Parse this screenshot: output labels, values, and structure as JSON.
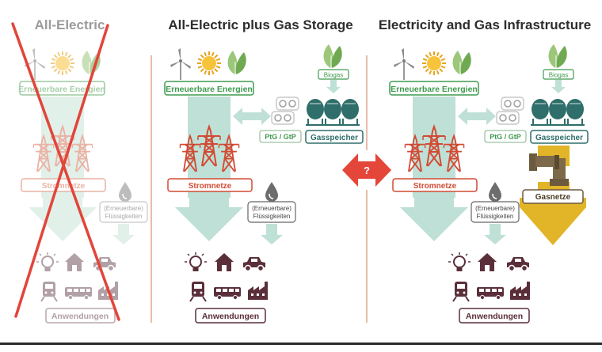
{
  "colors": {
    "renewable_green": "#3f9a4f",
    "grid_red": "#d24a33",
    "flow_mint": "#bfe0d6",
    "storage_teal": "#2f6e6a",
    "gas_gold": "#e2b427",
    "pipe_brown": "#6b5a3e",
    "app_plum": "#5a2f3a",
    "cross_red": "#e2453a",
    "center_red": "#e5463a",
    "divider": "#e3a58a"
  },
  "panels": {
    "p1": {
      "title": "All-Electric",
      "renewables": "Erneuerbare Energien",
      "grid": "Stromnetze",
      "liquids": [
        "(Erneuerbare)",
        "Flüssigkeiten"
      ],
      "applications": "Anwendungen"
    },
    "p2": {
      "title": "All-Electric plus Gas Storage",
      "renewables": "Erneuerbare Energien",
      "biogas": "Biogas",
      "ptg": "PtG / GtP",
      "storage": "Gasspeicher",
      "grid": "Stromnetze",
      "liquids": [
        "(Erneuerbare)",
        "Flüssigkeiten"
      ],
      "applications": "Anwendungen"
    },
    "p3": {
      "title": "Electricity and Gas Infrastructure",
      "renewables": "Erneuerbare Energien",
      "biogas": "Biogas",
      "ptg": "PtG / GtP",
      "storage": "Gasspeicher",
      "grid": "Stromnetze",
      "gasgrid": "Gasnetze",
      "liquids": [
        "(Erneuerbare)",
        "Flüssigkeiten"
      ],
      "applications": "Anwendungen"
    }
  },
  "center": {
    "question": "?"
  },
  "icons": {
    "sources": [
      "wind-turbine-icon",
      "sun-icon",
      "leaf-icon"
    ],
    "applications_row1": [
      "light-bulb-icon",
      "house-icon",
      "car-icon"
    ],
    "applications_row2": [
      "train-icon",
      "bus-icon",
      "factory-icon"
    ],
    "other": [
      "power-pylon-icon",
      "liquid-drop-icon",
      "gas-tank-icon",
      "ptg-module-icon",
      "gas-pipe-icon",
      "question-mark-icon"
    ]
  }
}
